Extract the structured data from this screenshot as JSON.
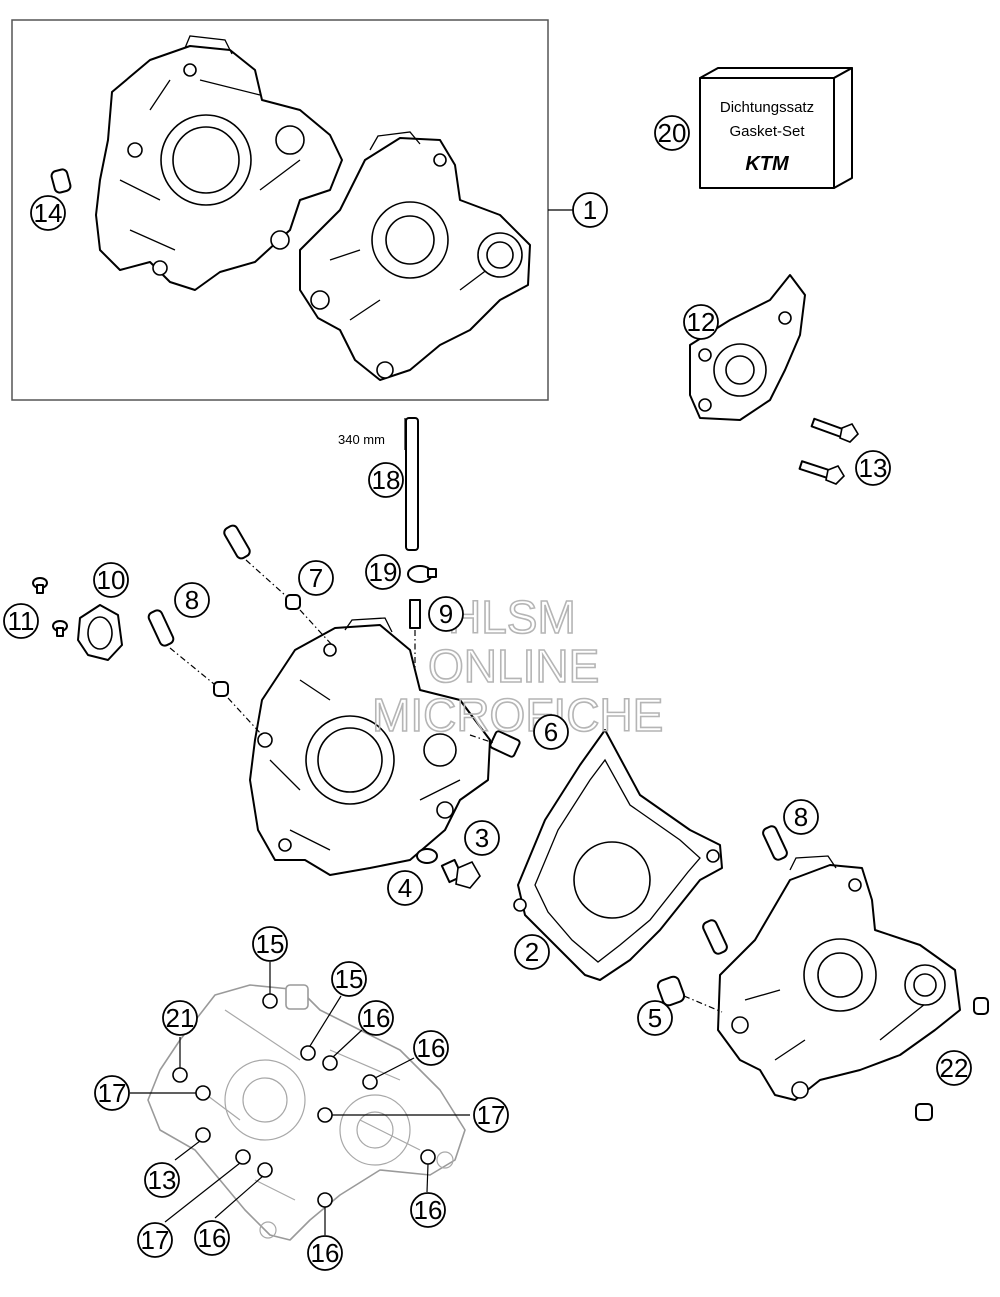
{
  "callouts": [
    {
      "label": "1"
    },
    {
      "label": "2"
    },
    {
      "label": "3"
    },
    {
      "label": "4"
    },
    {
      "label": "5"
    },
    {
      "label": "6"
    },
    {
      "label": "7"
    },
    {
      "label": "8"
    },
    {
      "label": "8"
    },
    {
      "label": "9"
    },
    {
      "label": "10"
    },
    {
      "label": "11"
    },
    {
      "label": "12"
    },
    {
      "label": "13"
    },
    {
      "label": "13"
    },
    {
      "label": "14"
    },
    {
      "label": "15"
    },
    {
      "label": "15"
    },
    {
      "label": "16"
    },
    {
      "label": "16"
    },
    {
      "label": "16"
    },
    {
      "label": "16"
    },
    {
      "label": "16"
    },
    {
      "label": "17"
    },
    {
      "label": "17"
    },
    {
      "label": "17"
    },
    {
      "label": "18"
    },
    {
      "label": "19"
    },
    {
      "label": "20"
    },
    {
      "label": "21"
    },
    {
      "label": "22"
    }
  ],
  "gasket_box": {
    "line1": "Dichtungssatz",
    "line2": "Gasket-Set",
    "logo": "KTM"
  },
  "dimension": {
    "tube_length": "340 mm"
  },
  "watermark": {
    "line1": "HLSM",
    "line2": "ONLINE",
    "line3": "MICROFICHE"
  }
}
